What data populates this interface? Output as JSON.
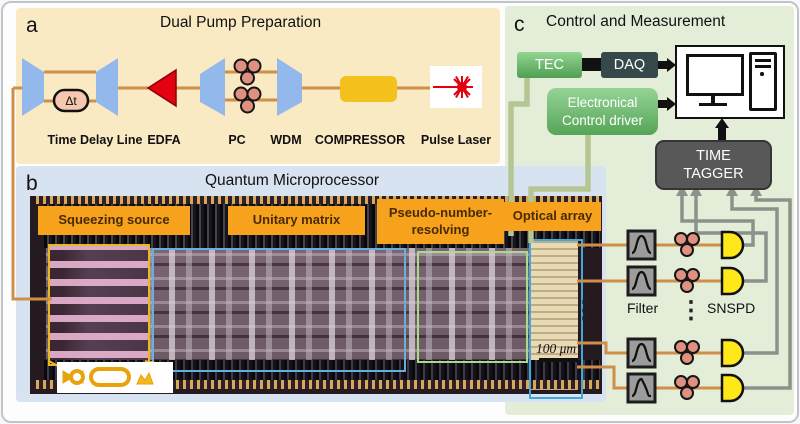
{
  "panel_a": {
    "label": "a",
    "title": "Dual Pump Preparation",
    "delta_t": "Δt",
    "components": {
      "time_delay_line": "Time Delay Line",
      "edfa": "EDFA",
      "pc": "PC",
      "wdm": "WDM",
      "compressor": "COMPRESSOR",
      "pulse_laser": "Pulse Laser"
    }
  },
  "panel_b": {
    "label": "b",
    "title": "Quantum Microprocessor",
    "regions": {
      "squeezing_source": "Squeezing source",
      "unitary_matrix": "Unitary matrix",
      "pseudo_number_resolving": "Pseudo-number-resolving",
      "optical_array": "Optical array"
    },
    "scale_bar": "100 μm"
  },
  "panel_c": {
    "label": "c",
    "title": "Control and Measurement",
    "boxes": {
      "tec": "TEC",
      "daq": "DAQ",
      "electronic_control_driver_line1": "Electronical",
      "electronic_control_driver_line2": "Control driver",
      "time_tagger_line1": "TIME",
      "time_tagger_line2": "TAGGER"
    },
    "labels": {
      "filter": "Filter",
      "snspd": "SNSPD"
    },
    "ellipsis": "⋮"
  },
  "colors": {
    "panel_a_bg": "#faeac3",
    "panel_b_bg": "#d7e3f1",
    "panel_c_bg": "#e4edd8",
    "fiber_orange": "#cf8f49",
    "region_label_orange": "#f6a21d",
    "coupler_blue": "#93b9ec",
    "edfa_red": "#e3000f",
    "snspd_yellow": "#ffe819",
    "green_wire": "#b5c693"
  }
}
